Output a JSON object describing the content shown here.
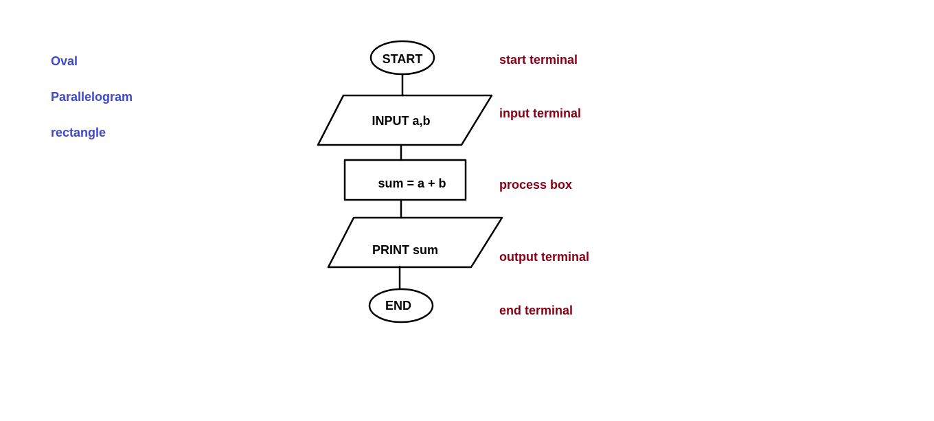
{
  "colors": {
    "legend_text": "#3f48cc",
    "annotation_text": "#880015",
    "stroke": "#000000",
    "node_text": "#000000"
  },
  "legend": {
    "oval": "Oval",
    "parallelogram": "Parallelogram",
    "rectangle": "rectangle"
  },
  "nodes": {
    "start": "START",
    "input": "INPUT a,b",
    "process": "sum = a + b",
    "output": "PRINT sum",
    "end": "END"
  },
  "annotations": {
    "start": "start terminal",
    "input": "input terminal",
    "process": "process box",
    "output": "output terminal",
    "end": "end terminal"
  }
}
